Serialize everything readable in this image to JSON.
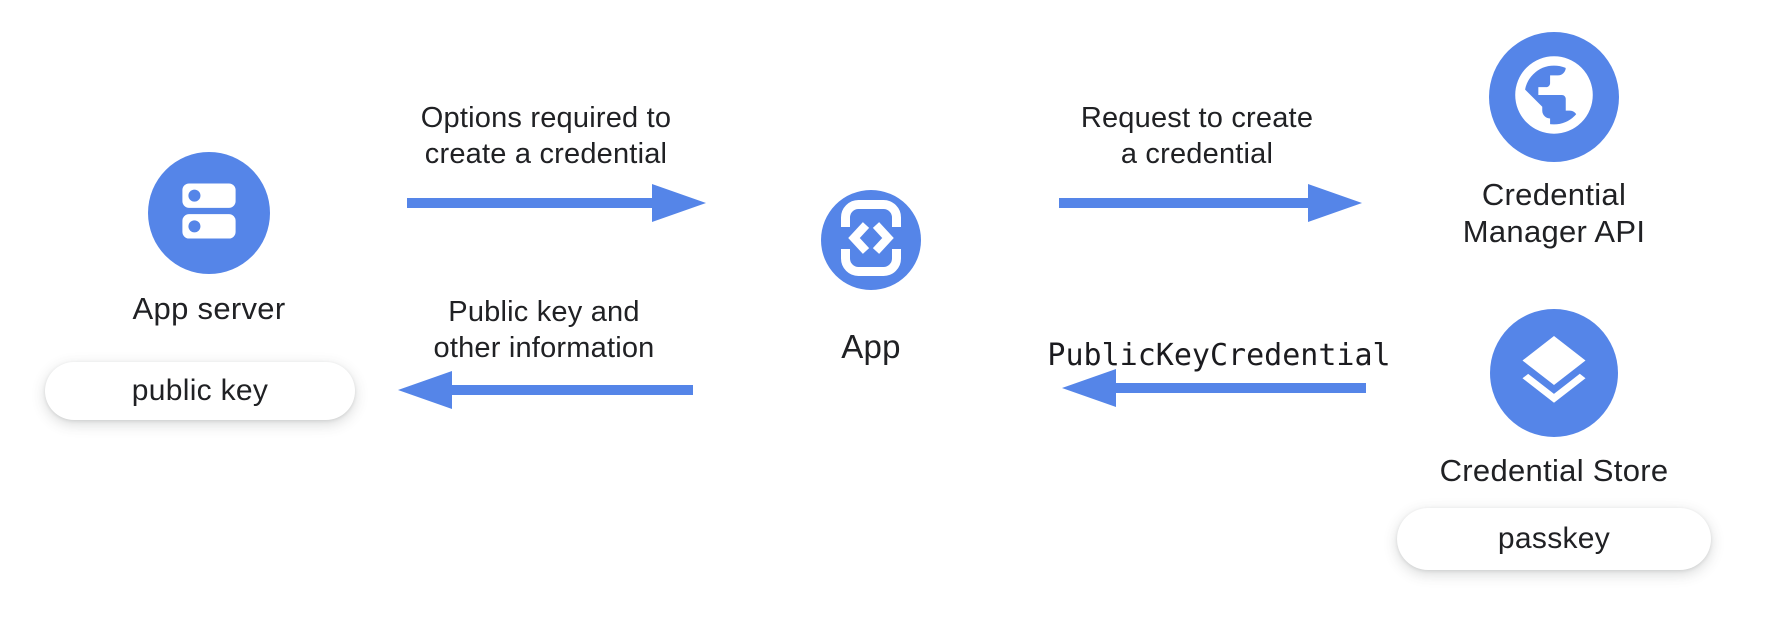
{
  "diagram": {
    "colors": {
      "blue": "#5585E8",
      "text": "#202124",
      "pill_bg": "#ffffff"
    },
    "nodes": {
      "app_server": {
        "label": "App server",
        "icon": "server-icon",
        "badge": "public key"
      },
      "app": {
        "label": "App",
        "icon": "phone-code-icon"
      },
      "credential_manager": {
        "label_lines": [
          "Credential",
          "Manager API"
        ],
        "icon": "globe-icon"
      },
      "credential_store": {
        "label": "Credential Store",
        "icon": "layers-icon",
        "badge": "passkey"
      }
    },
    "arrows": [
      {
        "id": "options",
        "direction": "right",
        "from": "App server",
        "to": "App",
        "label_lines": [
          "Options required to",
          "create a credential"
        ]
      },
      {
        "id": "request",
        "direction": "right",
        "from": "App",
        "to": "Credential Manager API",
        "label_lines": [
          "Request to create",
          "a credential"
        ]
      },
      {
        "id": "publickeycredential",
        "direction": "left",
        "from": "Credential Manager API",
        "to": "App",
        "label": "PublicKeyCredential",
        "mono": true
      },
      {
        "id": "public-key-info",
        "direction": "left",
        "from": "App",
        "to": "App server",
        "label_lines": [
          "Public key and",
          "other information"
        ]
      }
    ]
  }
}
